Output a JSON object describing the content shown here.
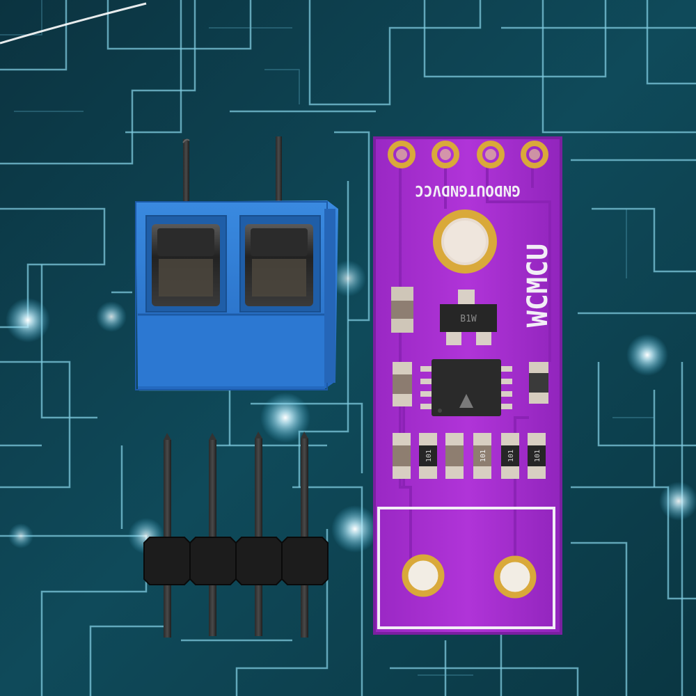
{
  "colors": {
    "background": "#0d4050",
    "trace": "#8fd6ea",
    "glow": "#e8fbff",
    "pcb": "#a62fcf",
    "pcb_edge": "#7a1fa0",
    "pad_gold": "#d9a93a",
    "terminal_blue": "#2f7fd6",
    "header_black": "#1a1a1a",
    "silkscreen": "#f2eef6"
  },
  "icons": {
    "terminal_block": "two-position-screw-terminal-block",
    "pin_header": "four-pin-male-header",
    "board": "purple-sensor-breakout-board"
  },
  "board": {
    "pin_label": "GNDOUTGNDVCC",
    "brand": "WCMCU",
    "sot_marking": "B1W",
    "resistor_markings": [
      "101",
      "101",
      "101",
      "101"
    ]
  }
}
